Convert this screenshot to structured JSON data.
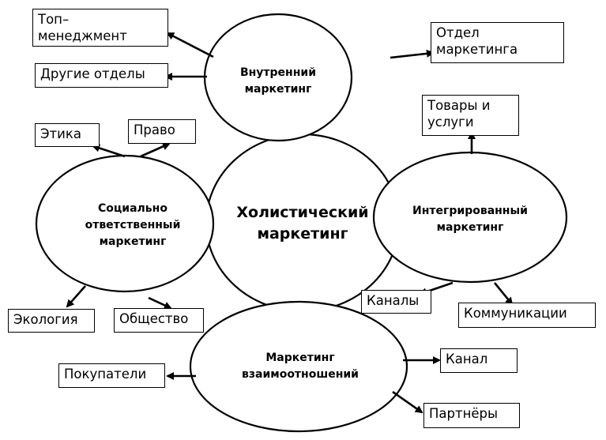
{
  "center": {
    "line1": "Холистический",
    "line2": "маркетинг"
  },
  "internal": {
    "line1": "Внутренний",
    "line2": "маркетинг"
  },
  "integrated": {
    "line1": "Интегрированный",
    "line2": "маркетинг"
  },
  "social": {
    "line1": "Социально",
    "line2": "ответственный",
    "line3": "маркетинг"
  },
  "relationship": {
    "line1": "Маркетинг",
    "line2": "взаимоотношений"
  },
  "boxes": {
    "top_management": {
      "line1": "Топ–",
      "line2": "менеджмент"
    },
    "other_departments": "Другие отделы",
    "marketing_department": {
      "line1": "Отдел",
      "line2": "маркетинга"
    },
    "goods_services": {
      "line1": "Товары и",
      "line2": "услуги"
    },
    "ethics": "Этика",
    "law": "Право",
    "ecology": "Экология",
    "society": "Общество",
    "channels": "Каналы",
    "communications": "Коммуникации",
    "buyers": "Покупатели",
    "channel": "Канал",
    "partners": "Партнёры"
  }
}
